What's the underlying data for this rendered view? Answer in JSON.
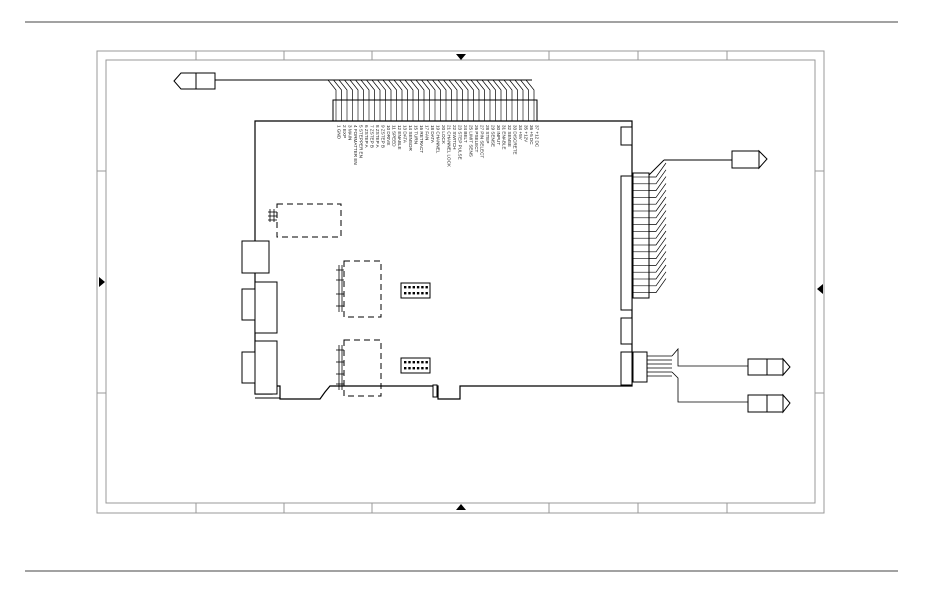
{
  "diagram": {
    "pin_labels": [
      "1 GND",
      "2 EXP",
      "3 MAIN",
      "4 FORMATTER EN",
      "5 STEPPER EN",
      "6 ZSTEP A",
      "7 ZSTEP B",
      "8 ZSTEP A",
      "9 ZSTEP B",
      "10 DRIVE",
      "11 SPEED",
      "12 ENABLE",
      "13 DATA",
      "14 SENSOR",
      "15 TURN",
      "16 RETRACT",
      "17 FAN",
      "18 DATA",
      "19 CHANNEL",
      "20 LOCK",
      "21 CHANNEL LOCK",
      "22 SWITCH",
      "23 STEP PULSE",
      "24 BELT",
      "25 LIMIT SENS",
      "26 PSELECT",
      "27 PIN SELECT",
      "28 STEP",
      "29 SENSE",
      "30 INPUT",
      "31 ENABLE",
      "32 SENSE",
      "33 DISCRETE",
      "34 +5V",
      "35 +12V",
      "36 +5 DC",
      "37 +12 DC"
    ],
    "colors": {
      "line": "#000000",
      "frame": "#999999",
      "rule": "#444444"
    }
  }
}
